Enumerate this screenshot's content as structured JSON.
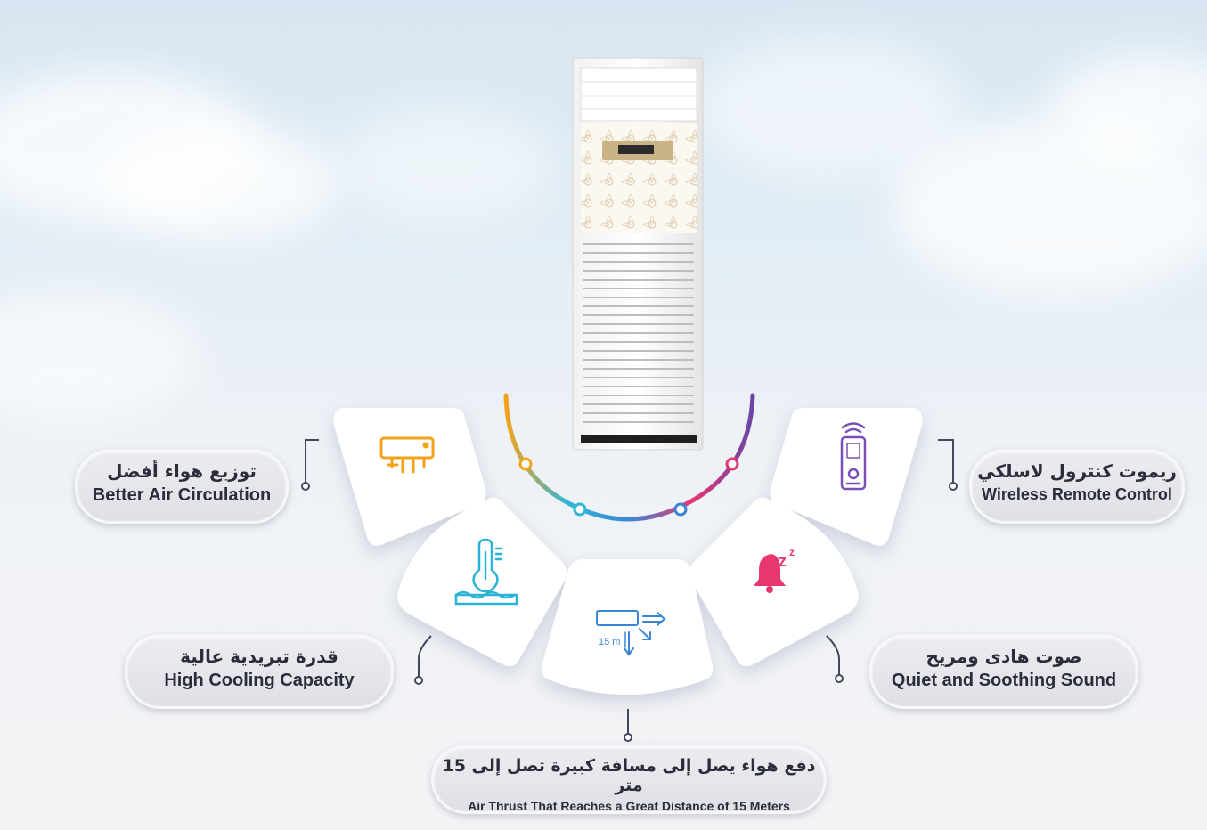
{
  "features": {
    "air_circulation": {
      "ar": "توزيع هواء أفضل",
      "en": "Better Air Circulation",
      "icon": "split-ac-icon",
      "color": "#f5a11c"
    },
    "remote": {
      "ar": "ريموت كنترول لاسلكي",
      "en": "Wireless Remote Control",
      "icon": "remote-control-icon",
      "color": "#7a4fb5"
    },
    "cooling": {
      "ar": "قدرة تبريدية عالية",
      "en": "High Cooling Capacity",
      "icon": "thermometer-icon",
      "color": "#2bb3d6"
    },
    "quiet": {
      "ar": "صوت هادى ومريح",
      "en": "Quiet and Soothing Sound",
      "icon": "sleeping-bell-icon",
      "color": "#e8376e"
    },
    "thrust": {
      "ar": "دفع هواء يصل إلى مسافة كبيرة تصل إلى 15 متر",
      "en": "Air Thrust That Reaches a Great Distance of 15 Meters",
      "icon": "air-thrust-icon",
      "icon_label": "15 m",
      "color": "#3a86d4"
    }
  }
}
